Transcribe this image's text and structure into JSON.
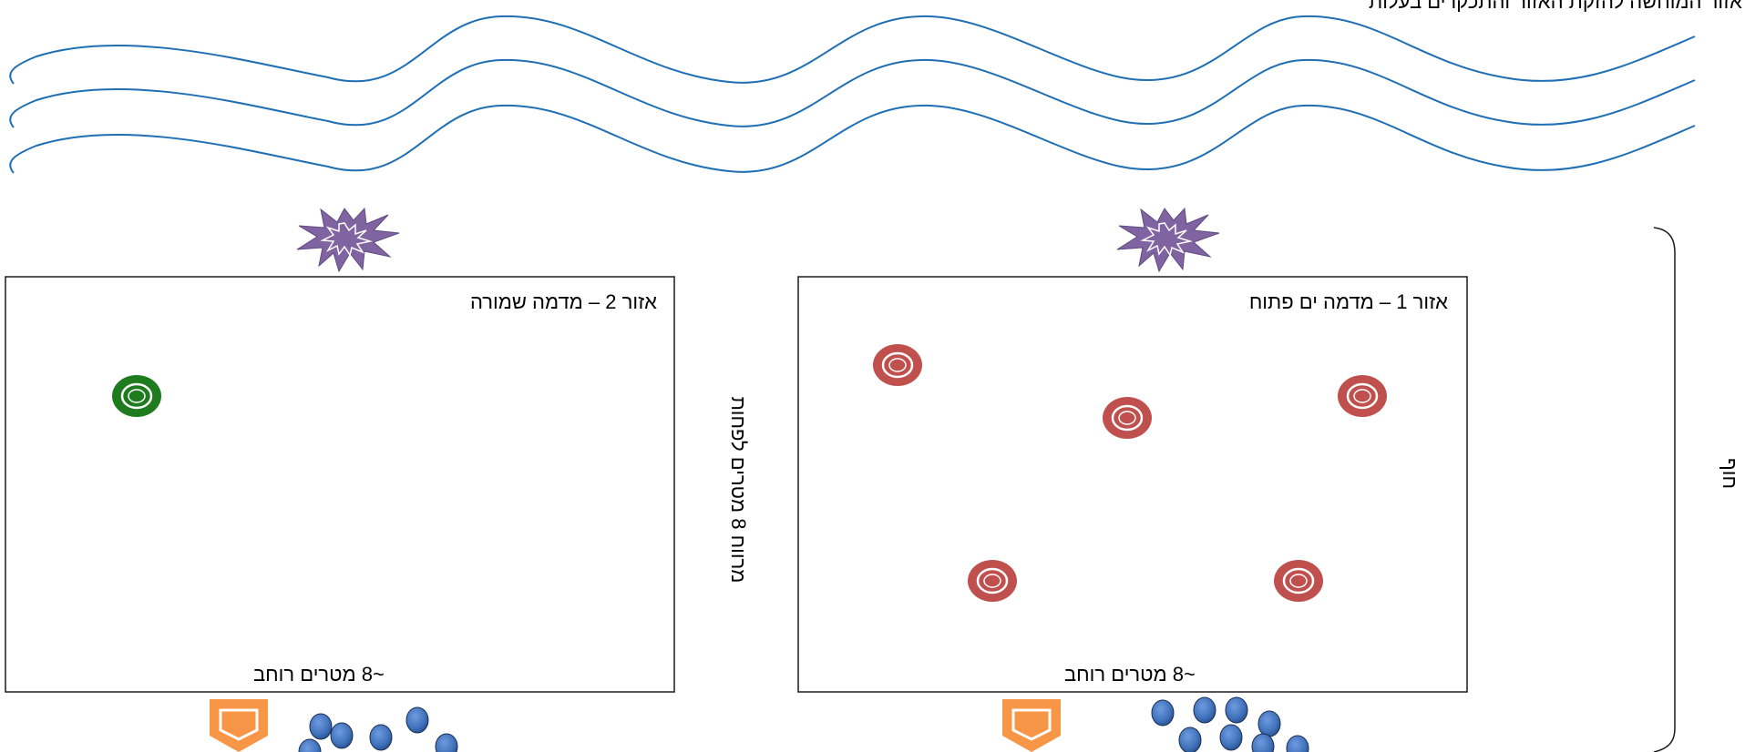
{
  "labels": {
    "top_caption": "אזור המוחשה להזקת האזור והתכקרים בעלות",
    "zone_1_title": "אזור 1 – מדמה ים פתוח",
    "zone_2_title": "אזור 2 – מדמה שמורה",
    "zone_1_width": "~8 מטרים רוחב",
    "zone_2_width": "~8 מטרים רוחב",
    "between_zones": "מרווח 8 מטרים לפחות",
    "side_bracket": "חוף"
  },
  "colors": {
    "wave": "#1f6fb5",
    "zone_border": "#1a1a1a",
    "red_target": "#c0504d",
    "green_target": "#1e7b1e",
    "burst": "#8064a2",
    "marker": "#f79646",
    "stones": "#3d6fb8"
  },
  "icons": {
    "burst": "explosion-icon",
    "target": "ring-target-icon",
    "marker": "pentagon-marker-icon",
    "stone": "stone-icon"
  },
  "counts": {
    "zone_1_red_targets": 5,
    "zone_2_green_targets": 1
  }
}
